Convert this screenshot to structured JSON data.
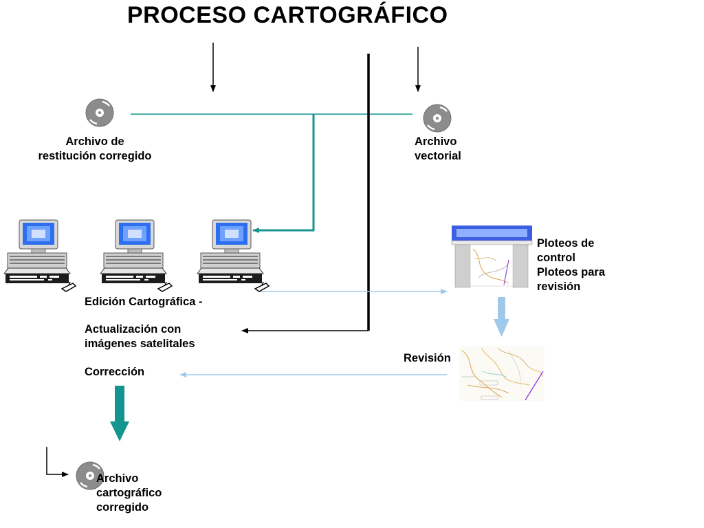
{
  "title": "PROCESO CARTOGRÁFICO",
  "colors": {
    "teal": "#14948f",
    "light_blue": "#9ec9ea",
    "black": "#000000",
    "screen_blue": "#3b7ff2",
    "disc_gray": "#8a8a8a"
  },
  "labels": {
    "archivo_restitucion": "Archivo de\nrestitución corregido",
    "archivo_vectorial": "Archivo\nvectorial",
    "ploteos": "Ploteos de\ncontrol\nPloteos para\nrevisión",
    "edicion": "Edición Cartográfica  -",
    "actualizacion": "Actualización con\nimágenes satelitales",
    "correccion": "Corrección",
    "revision": "Revisión",
    "archivo_cartografico": " Archivo\ncartográfico\ncorregido"
  },
  "icons": {
    "disc": "cd-disc-icon",
    "computer": "desktop-computer-icon",
    "plotter": "plotter-icon",
    "map": "map-sheet-icon"
  }
}
